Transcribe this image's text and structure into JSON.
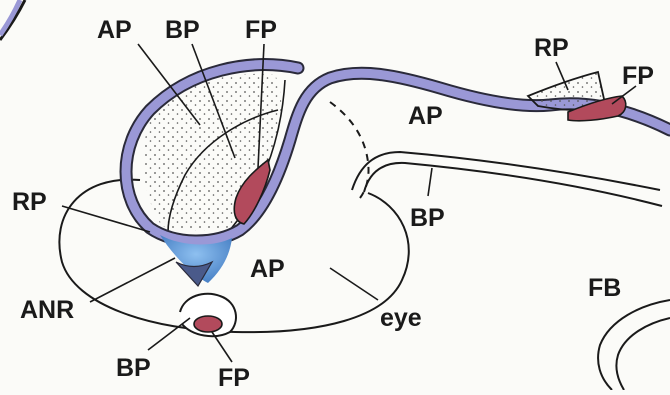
{
  "labels": {
    "ap_top": "AP",
    "bp_top": "BP",
    "fp_top": "FP",
    "rp_right": "RP",
    "fp_right": "FP",
    "ap_right": "AP",
    "bp_right": "BP",
    "rp_left": "RP",
    "anr": "ANR",
    "ap_center": "AP",
    "eye": "eye",
    "fb": "FB",
    "bp_bottom": "BP",
    "fp_bottom": "FP"
  },
  "colors": {
    "neural_plate": "#9a98d6",
    "neural_plate_edge": "#2a2a3a",
    "floor_plate": "#b24a5c",
    "anr": "#6aa3df",
    "stipple": "#555555",
    "line": "#1a1a1a",
    "background": "#fbfbf8"
  }
}
